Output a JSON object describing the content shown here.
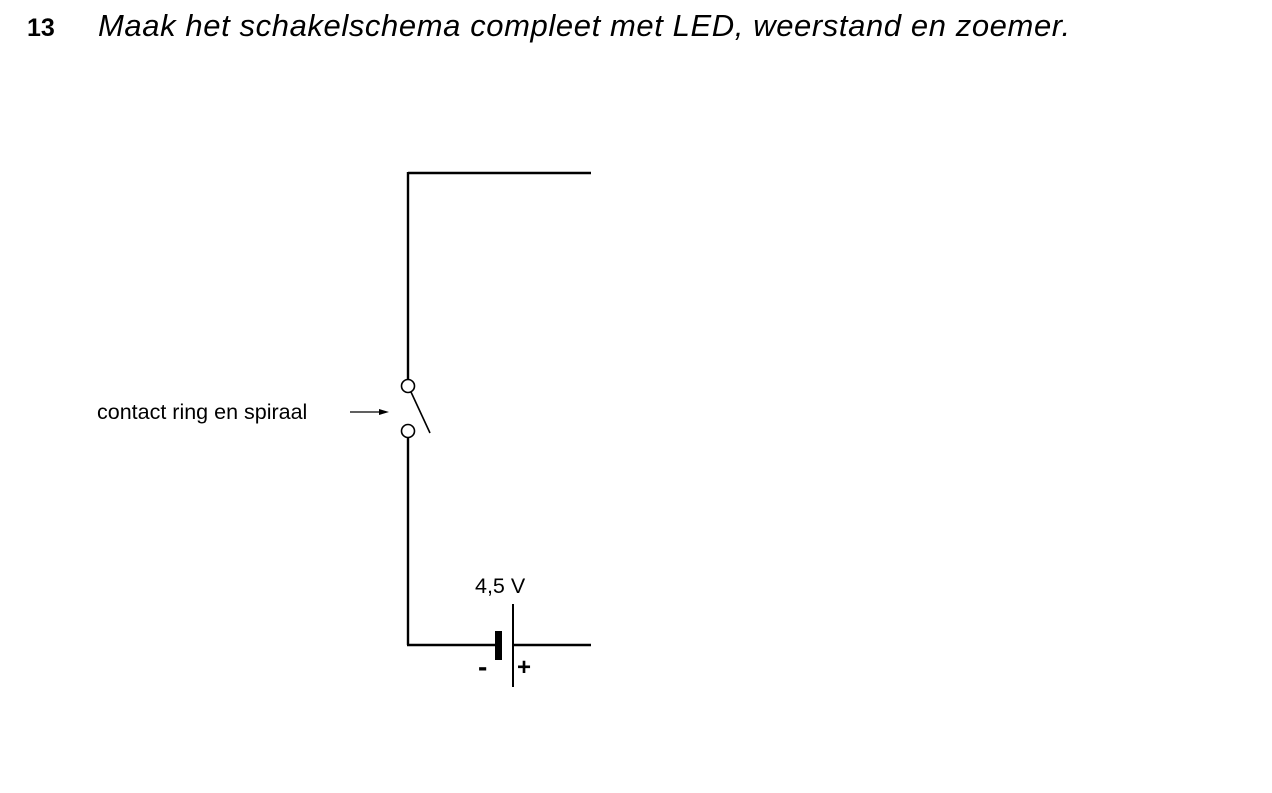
{
  "question": {
    "number": "13",
    "text": "Maak het schakelschema compleet met LED, weerstand en zoemer."
  },
  "diagram": {
    "switch_label": "contact ring en spiraal",
    "battery": {
      "voltage_label": "4,5 V",
      "minus_label": "-",
      "plus_label": "+"
    }
  }
}
